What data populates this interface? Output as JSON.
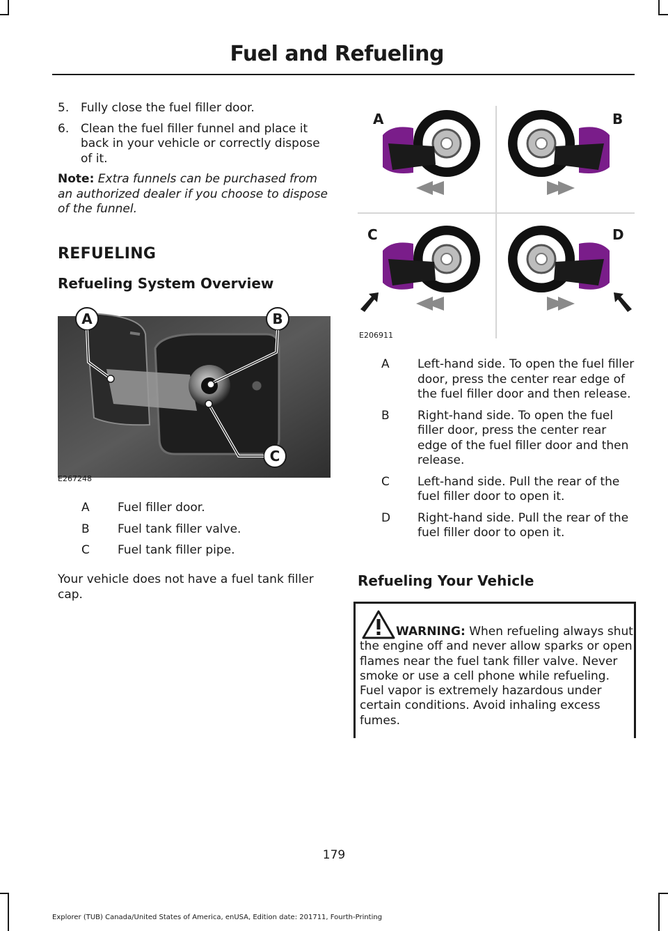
{
  "header": {
    "title": "Fuel and Refueling"
  },
  "steps": [
    {
      "num": "5.",
      "text": "Fully close the fuel filler door."
    },
    {
      "num": "6.",
      "text": "Clean the fuel filler funnel and place it back in your vehicle or correctly dispose of it."
    }
  ],
  "note": {
    "label": "Note:",
    "text": "Extra funnels can be purchased from an authorized dealer if you choose to dispose of the funnel."
  },
  "refueling": {
    "heading": "REFUELING",
    "subheading": "Refueling System Overview"
  },
  "overview_figure": {
    "code": "E267248",
    "callouts": [
      "A",
      "B",
      "C"
    ],
    "legend": [
      {
        "key": "A",
        "text": "Fuel filler door."
      },
      {
        "key": "B",
        "text": "Fuel tank filler valve."
      },
      {
        "key": "C",
        "text": "Fuel tank filler pipe."
      }
    ]
  },
  "no_cap_text": "Your vehicle does not have a fuel tank filler cap.",
  "door_figure": {
    "code": "E206911",
    "callouts": [
      "A",
      "B",
      "C",
      "D"
    ],
    "legend": [
      {
        "key": "A",
        "text": "Left-hand side. To open the fuel filler door, press the center rear edge of the fuel filler door and then release."
      },
      {
        "key": "B",
        "text": "Right-hand side. To open the fuel filler door, press the center rear edge of the fuel filler door and then release."
      },
      {
        "key": "C",
        "text": "Left-hand side. Pull the rear of the fuel filler door to open it."
      },
      {
        "key": "D",
        "text": "Right-hand side. Pull the rear of the fuel filler door to open it."
      }
    ]
  },
  "refueling_vehicle": {
    "heading": "Refueling Your Vehicle"
  },
  "warning": {
    "label": "WARNING:",
    "text": "When refueling always shut the engine off and never allow sparks or open flames near the fuel tank filler valve. Never smoke or use a cell phone while refueling. Fuel vapor is extremely hazardous under certain conditions. Avoid inhaling excess fumes."
  },
  "page_number": "179",
  "footer": "Explorer (TUB) Canada/United States of America, enUSA, Edition date: 201711, Fourth-Printing",
  "colors": {
    "door_purple": "#7a1d8a",
    "ink": "#1a1a1a",
    "arrow_gray": "#8a8a8a"
  }
}
